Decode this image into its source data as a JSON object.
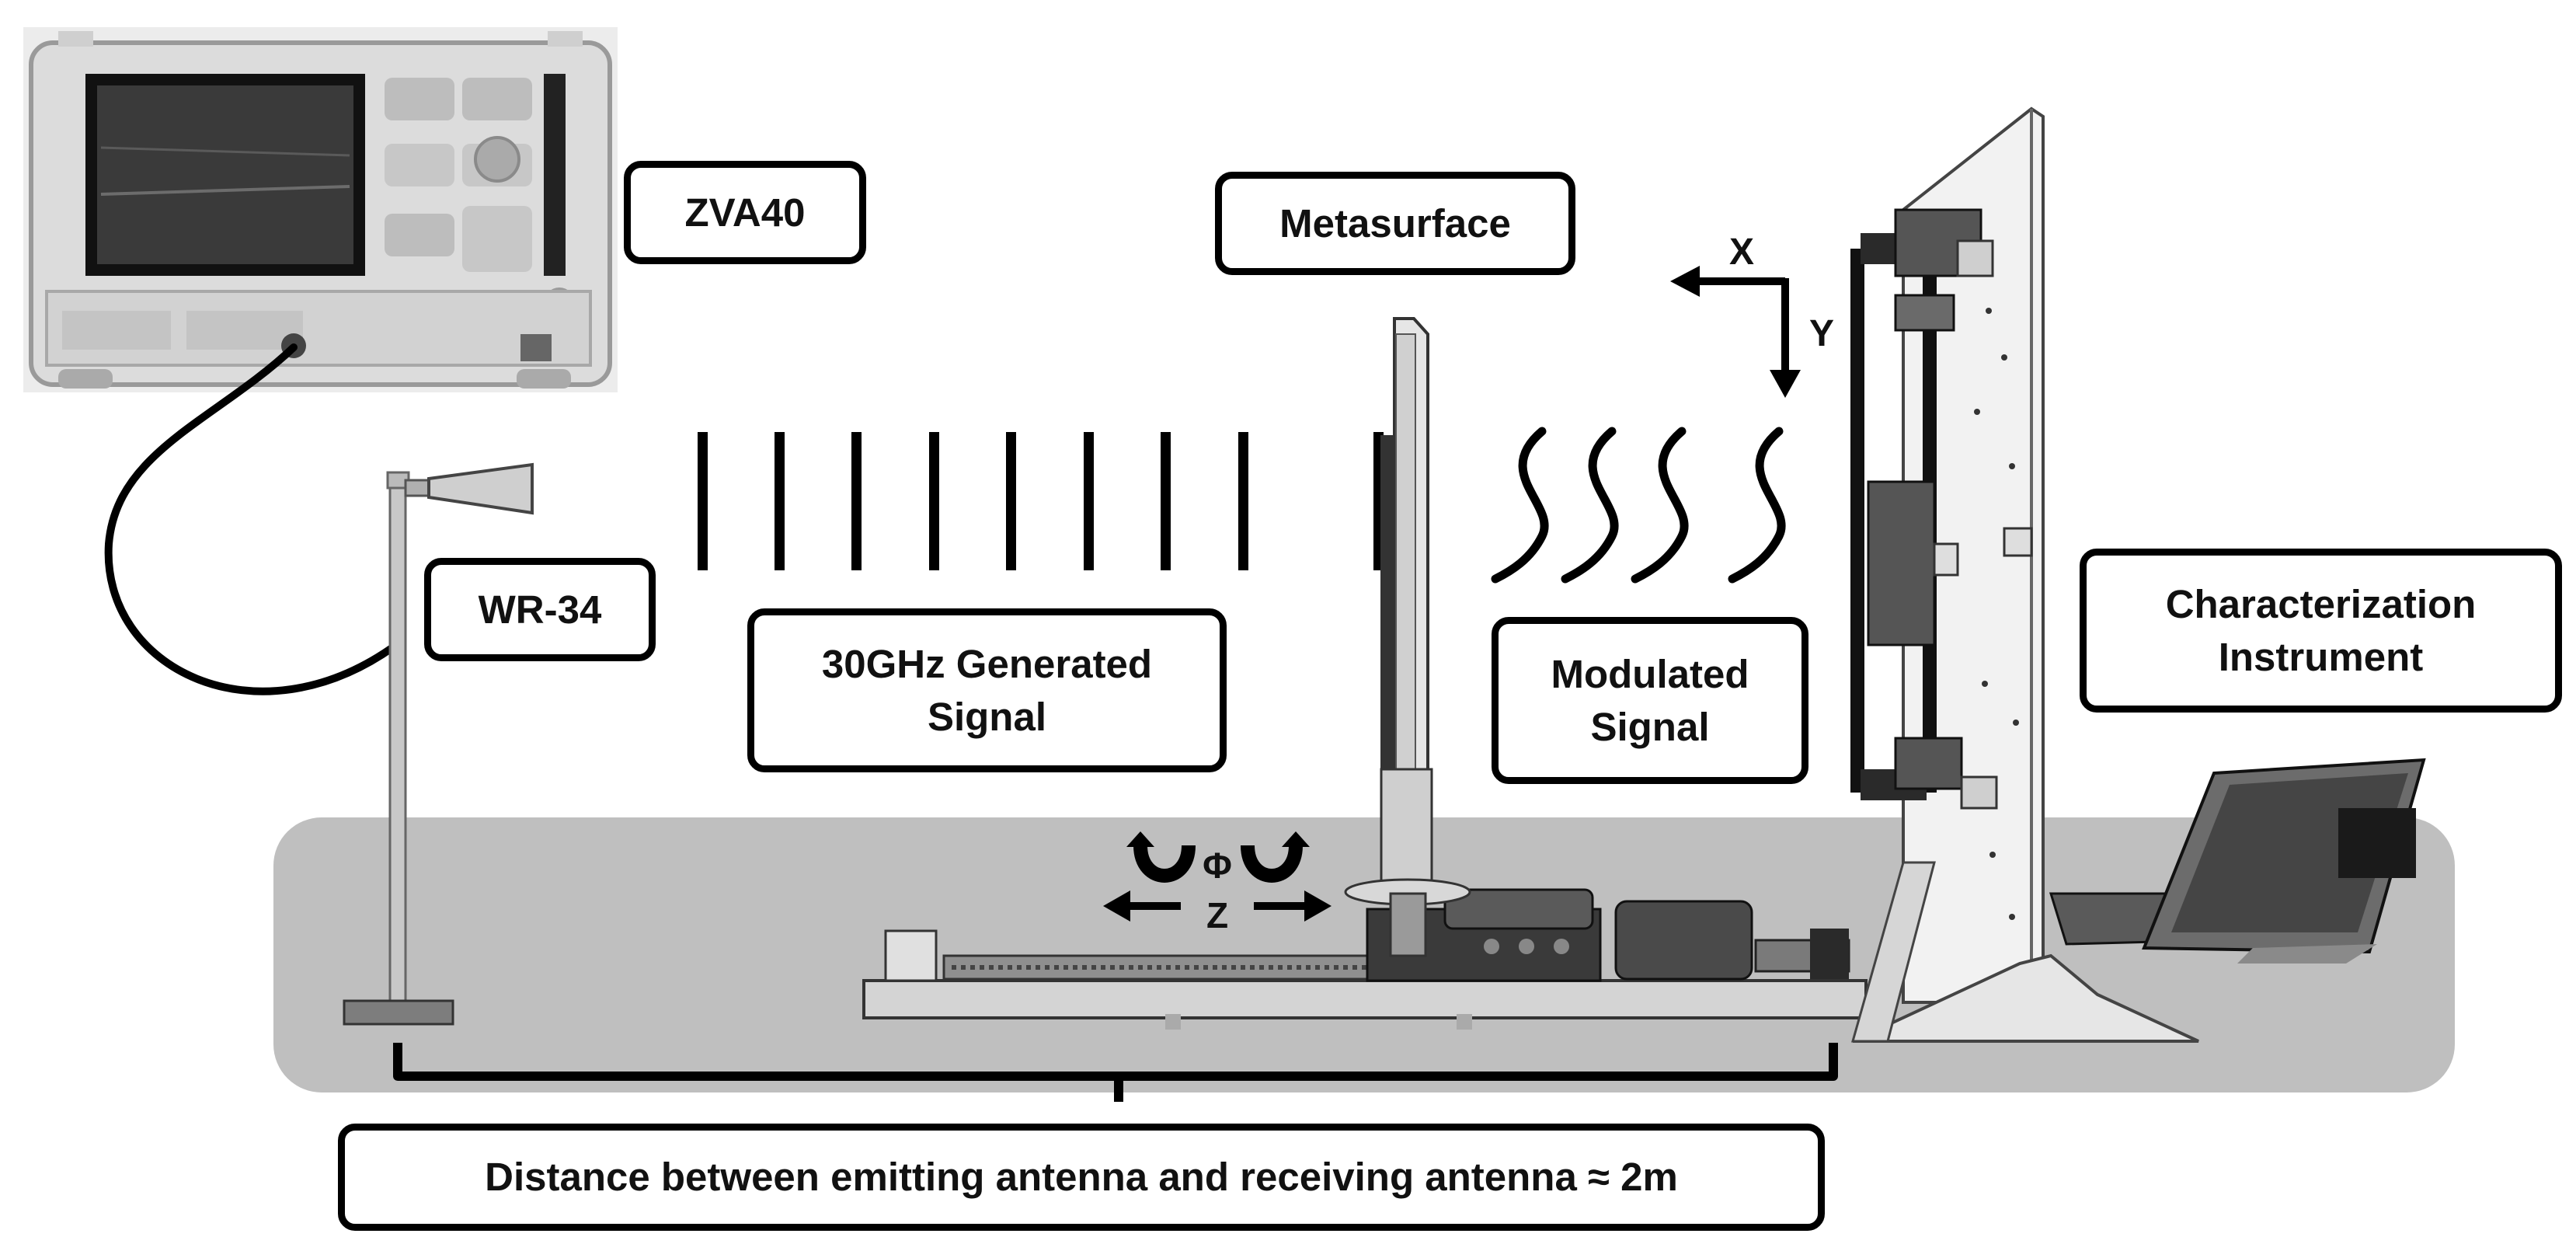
{
  "labels": {
    "vna": "ZVA40",
    "horn": "WR-34",
    "metasurface": "Metasurface",
    "generated_signal": "30GHz Generated\nSignal",
    "modulated_signal": "Modulated\nSignal",
    "instrument": "Characterization\nInstrument",
    "distance": "Distance between emitting antenna and receiving antenna ≈ 2m"
  },
  "axes": {
    "x": "X",
    "y": "Y",
    "z": "Z",
    "phi": "Φ"
  }
}
